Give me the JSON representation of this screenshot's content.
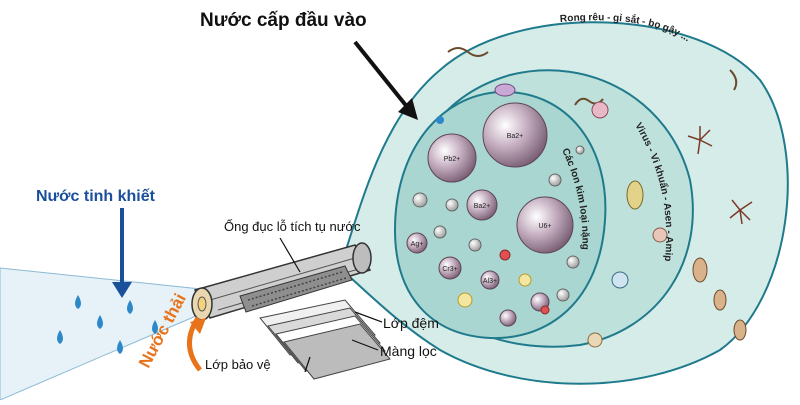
{
  "labels": {
    "feed_water": "Nước cấp đầu vào",
    "pure_water": "Nước tinh khiết",
    "perforated_tube": "Ống đục lỗ tích tụ nước",
    "spacer_layer": "Lớp đệm",
    "filter_membrane": "Màng lọc",
    "protective_layer": "Lớp bảo vệ",
    "waste_water": "Nước thải"
  },
  "zones": {
    "outer": "Rong rêu - gỉ sắt - bọ gậy ...",
    "middle": "Virus - Vi khuẩn - Asen - Amip",
    "inner": "Các Ion kim loại nặng"
  },
  "ions": [
    "Pb2+",
    "Ba2+",
    "U6+",
    "Ba2+",
    "Ag+",
    "Cr3+",
    "Al3+"
  ],
  "colors": {
    "outline": "#1f7a8c",
    "zone_outer": "#d6ece9",
    "zone_mid": "#bfe1dc",
    "zone_inner": "#a9d6d1",
    "ion": "#9c7f96",
    "pure_text": "#1a4f9c",
    "waste_text": "#e8731a",
    "droplet": "#2d88c9"
  },
  "icons": [
    "feed-arrow-icon",
    "pure-water-arrow-icon",
    "waste-water-arrow-icon",
    "water-droplet-icon",
    "bacteria-icon",
    "virus-icon",
    "filter-cartridge-icon"
  ]
}
